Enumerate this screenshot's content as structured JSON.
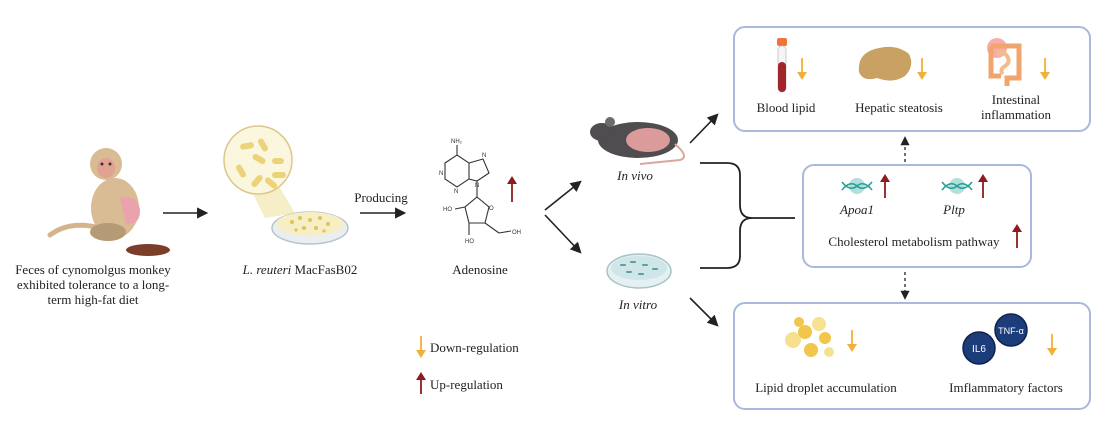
{
  "colors": {
    "down_arrow": "#f0b03c",
    "up_arrow": "#8e1b1f",
    "box_border": "#a9b8dc",
    "line": "#222222"
  },
  "source": {
    "caption": "Feces of cynomolgus monkey exhibited tolerance to a long-term high-fat diet",
    "lines": [
      "Feces of cynomolgus monkey",
      "exhibited tolerance to a long-",
      "term high-fat diet"
    ]
  },
  "strain": {
    "species_italic": "L. reuteri",
    "strain_name": " MacFasB02"
  },
  "step_label": "Producing",
  "metabolite": {
    "name": "Adenosine",
    "regulation": "up",
    "atoms": {
      "nh2": "NH₂",
      "n": "N",
      "o": "O",
      "ho": "HO",
      "oh": "OH"
    }
  },
  "models": {
    "in_vivo": "In vivo",
    "in_vitro": "In vitro"
  },
  "top_box": {
    "items": [
      {
        "label": "Blood lipid",
        "regulation": "down",
        "icon": "blood-tube-icon"
      },
      {
        "label": "Hepatic steatosis",
        "regulation": "down",
        "icon": "liver-icon"
      },
      {
        "label_lines": [
          "Intestinal",
          "inflammation"
        ],
        "regulation": "down",
        "icon": "intestine-icon"
      }
    ]
  },
  "mid_box": {
    "genes": [
      {
        "label": "Apoa1",
        "regulation": "up",
        "icon": "dna-icon"
      },
      {
        "label": "Pltp",
        "regulation": "up",
        "icon": "dna-icon"
      }
    ],
    "pathway": "Cholesterol metabolism pathway",
    "pathway_regulation": "up"
  },
  "bottom_box": {
    "items": [
      {
        "label": "Lipid droplet accumulation",
        "regulation": "down",
        "icon": "lipid-droplets-icon"
      },
      {
        "label": "Imflammatory factors",
        "regulation": "down",
        "icon": "cytokine-icon",
        "badges": [
          "IL6",
          "TNF-α"
        ]
      }
    ]
  },
  "legend": {
    "items": [
      {
        "label": "Down-regulation",
        "type": "down"
      },
      {
        "label": "Up-regulation",
        "type": "up"
      }
    ]
  }
}
